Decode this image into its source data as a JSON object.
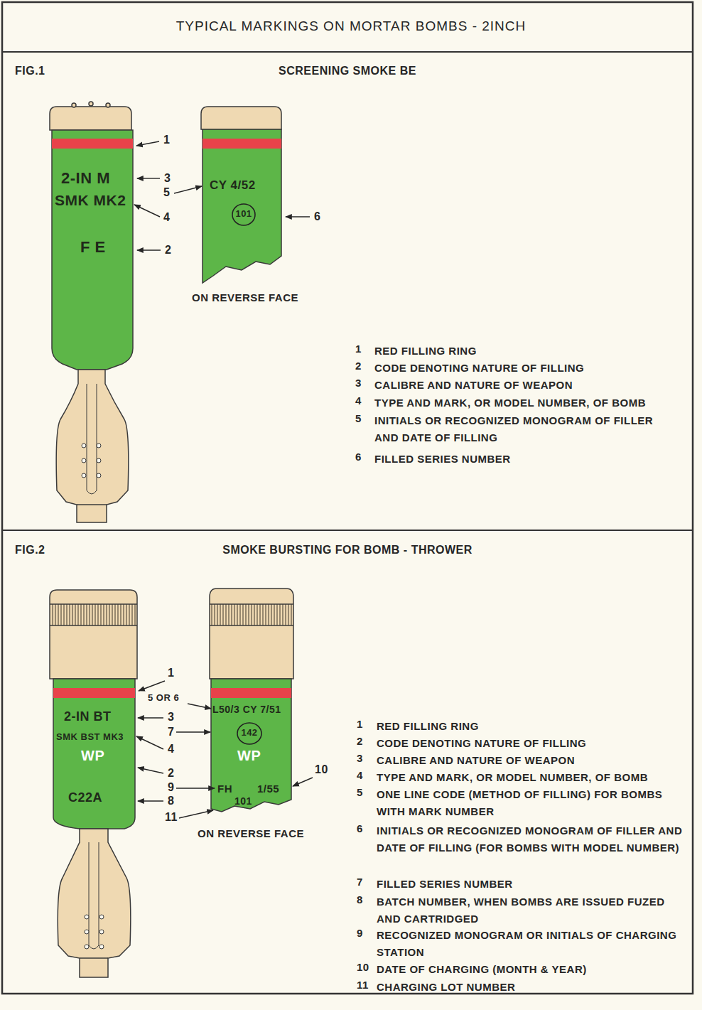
{
  "diagram": {
    "title": "TYPICAL MARKINGS ON MORTAR BOMBS - 2INCH",
    "nodes": [
      {
        "text": [
          "FIG.1",
          "SCREENING SMOKE BE"
        ]
      },
      {
        "text": [
          "FIG.2",
          "SMOKE BURSTING FOR BOMB - THROWER"
        ]
      }
    ],
    "labels": [
      "1",
      "3",
      "5",
      "4",
      "2",
      "6",
      "2-IN M",
      "SMK MK2",
      "F E",
      "CY 4/52",
      "101",
      "ON REVERSE FACE",
      "1",
      "RED FILLING RING",
      "2",
      "CODE DENOTING NATURE OF FILLING",
      "3",
      "CALIBRE AND NATURE OF WEAPON",
      "4",
      "TYPE AND MARK, OR MODEL NUMBER, OF BOMB",
      "5",
      "INITIALS OR RECOGNIZED MONOGRAM OF FILLER AND DATE OF FILLING",
      "6",
      "FILLED SERIES NUMBER",
      "1",
      "5 OR 6",
      "3",
      "7",
      "4",
      "2",
      "9",
      "8",
      "11",
      "10",
      "2-IN BT",
      "SMK BST MK3",
      "WP",
      "C22A",
      "L50/3 CY 7/51",
      "142",
      "WP",
      "FH",
      "1/55",
      "101",
      "ON REVERSE FACE",
      "1",
      "RED FILLING RING",
      "2",
      "CODE DENOTING NATURE OF FILLING",
      "3",
      "CALIBRE AND NATURE OF WEAPON",
      "4",
      "TYPE AND MARK, OR MODEL NUMBER, OF BOMB",
      "5",
      "ONE LINE CODE (METHOD OF FILLING) FOR BOMBS WITH MARK NUMBER",
      "6",
      "INITIALS OR RECOGNIZED MONOGRAM OF FILLER AND DATE OF FILLING (FOR BOMBS WITH MODEL NUMBER)",
      "7",
      "FILLED SERIES NUMBER",
      "8",
      "BATCH NUMBER, WHEN BOMBS ARE ISSUED FUZED AND CARTRIDGED",
      "9",
      "RECOGNIZED MONOGRAM OR INITIALS OF CHARGING STATION",
      "10",
      "DATE OF CHARGING (MONTH & YEAR)",
      "11",
      "CHARGING LOT NUMBER"
    ]
  }
}
